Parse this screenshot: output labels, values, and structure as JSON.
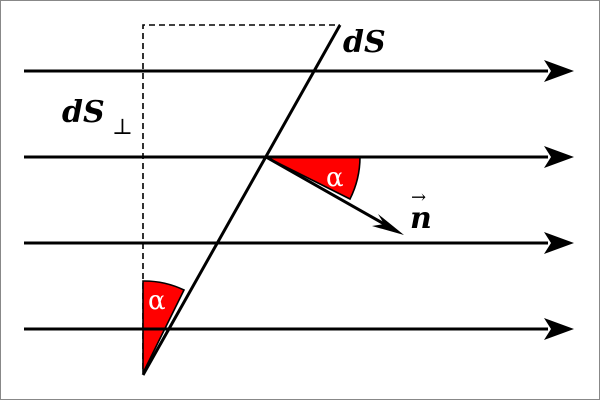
{
  "diagram": {
    "labels": {
      "area": "dS",
      "area_projection": "dS",
      "perp_symbol": "⊥",
      "normal": "n",
      "normal_arrow": "→",
      "angle_at_normal": "α",
      "angle_at_projection": "α"
    },
    "colors": {
      "stroke": "#000000",
      "angle_fill": "#ff0000",
      "angle_label": "#ffffff",
      "border": "#888888",
      "background": "#ffffff"
    },
    "field_line_count": 4
  }
}
